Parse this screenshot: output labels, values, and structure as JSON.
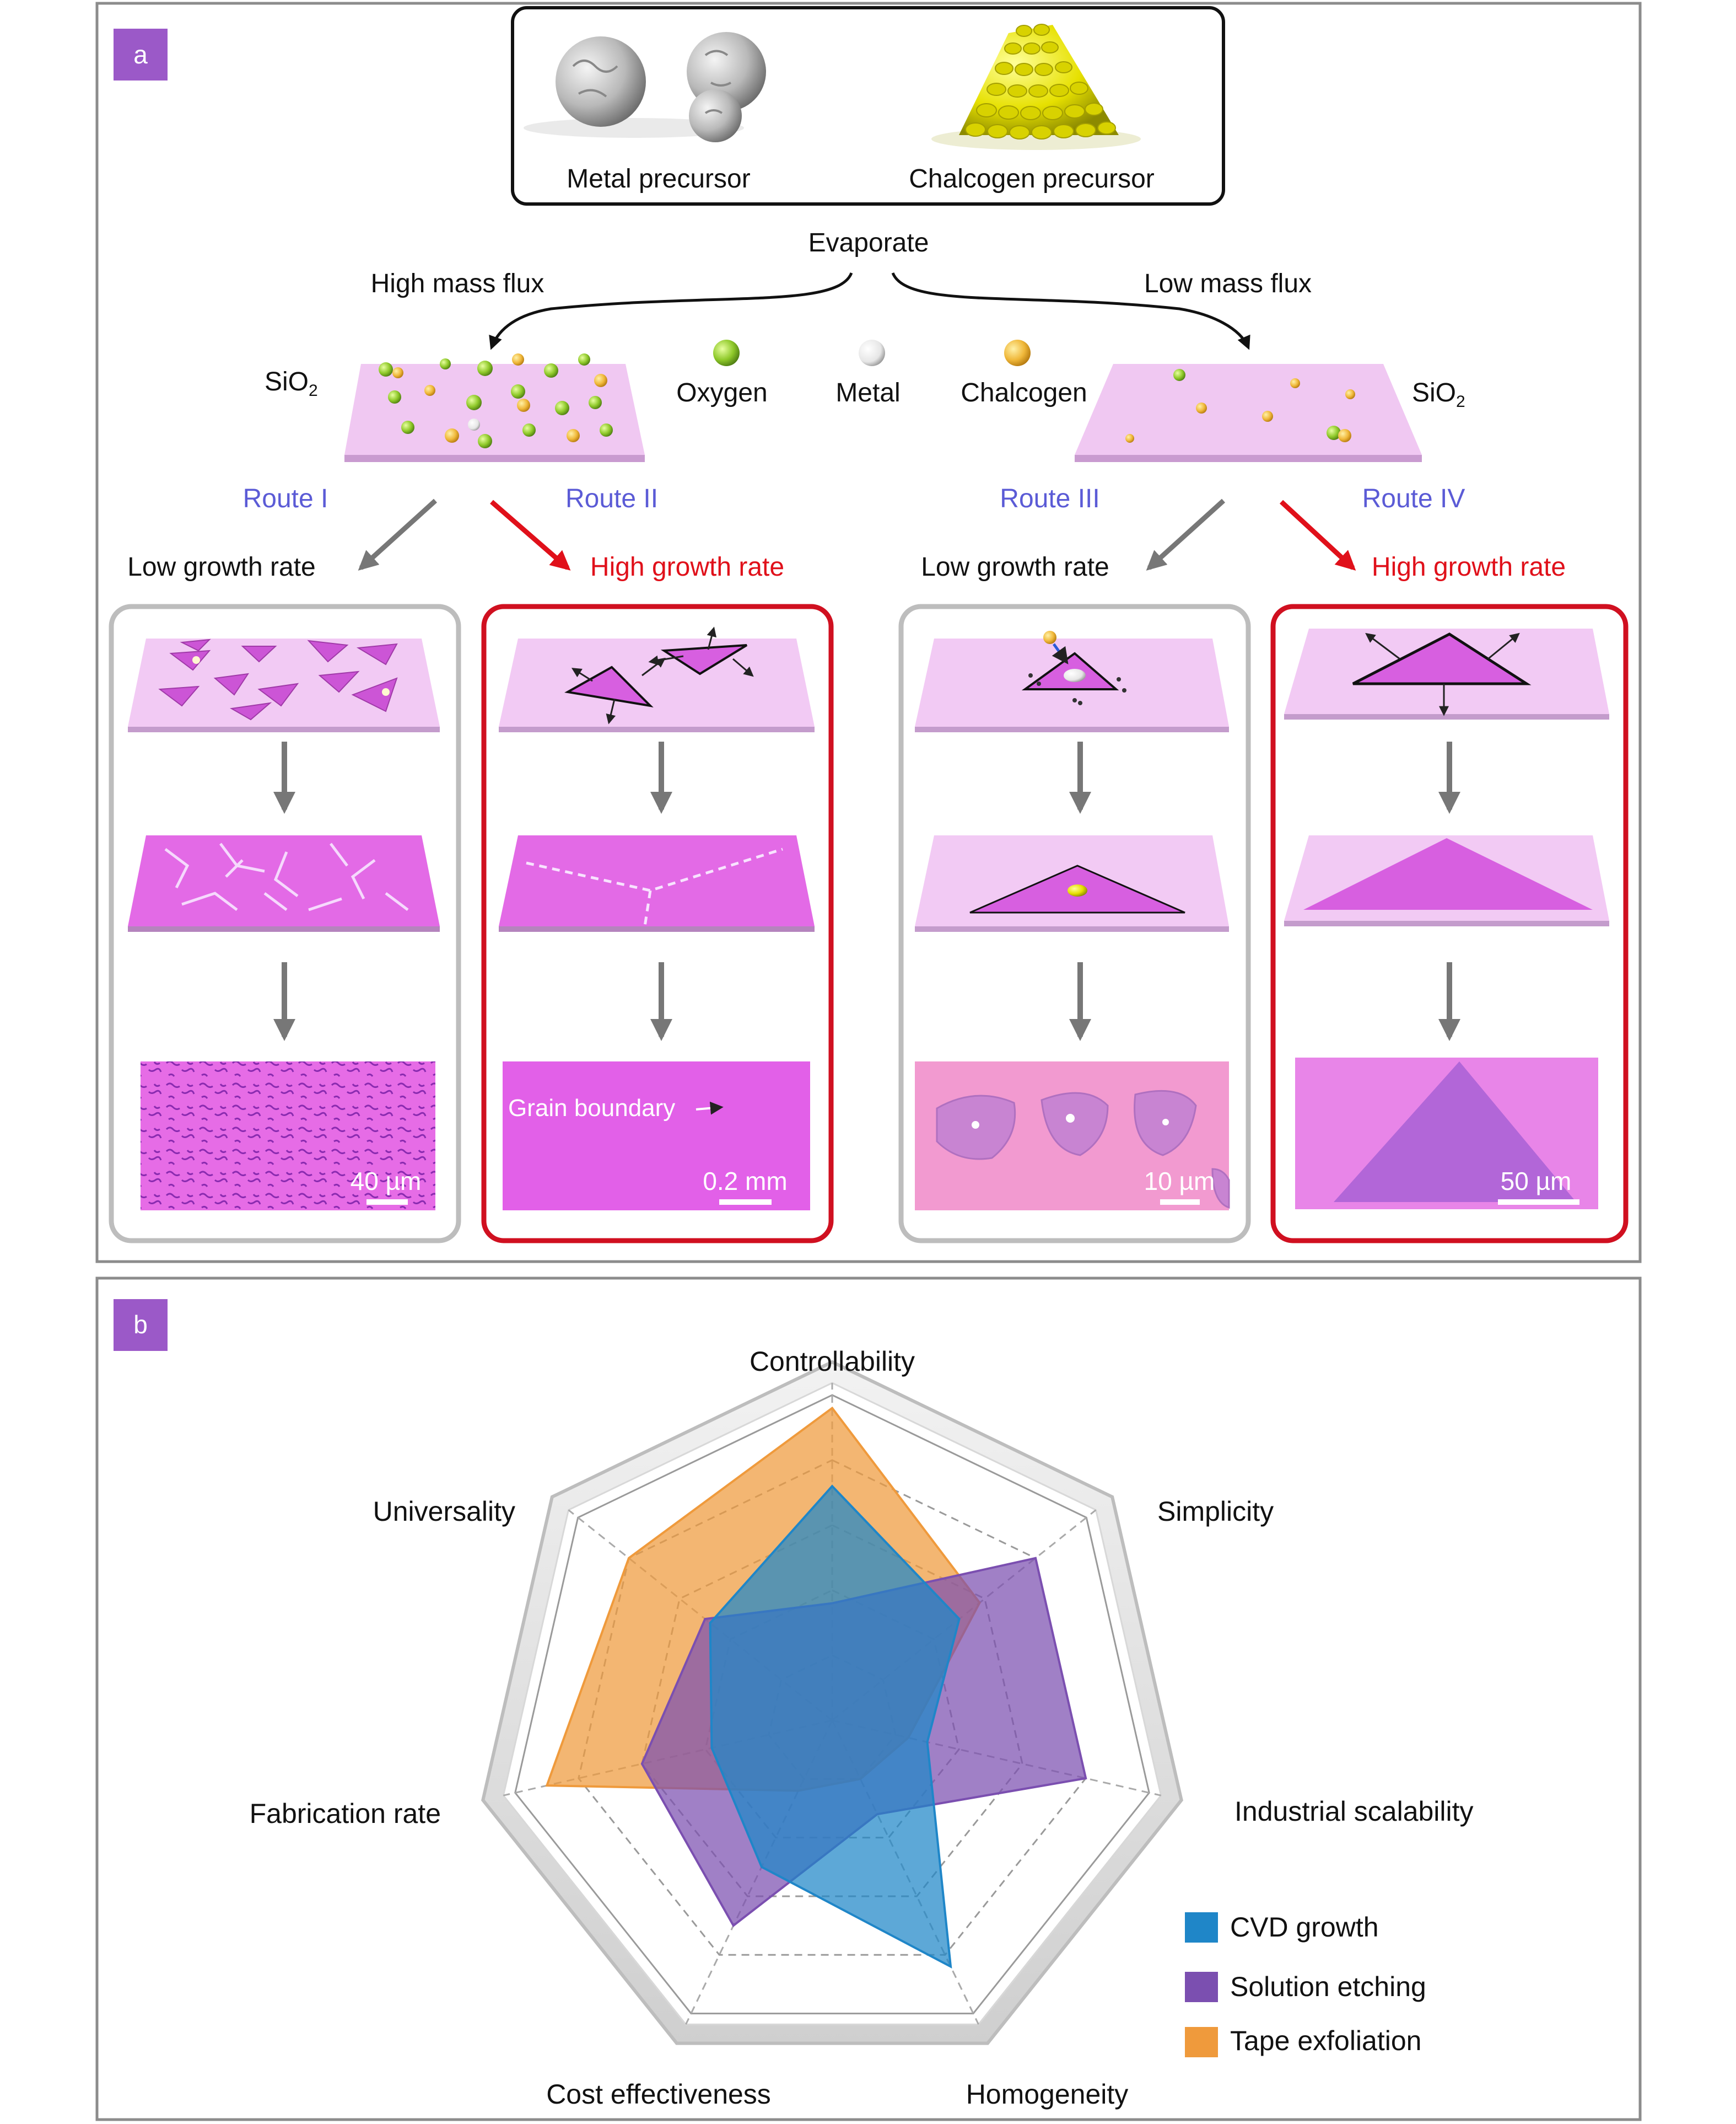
{
  "panel_a": {
    "label": "a",
    "precursors": {
      "metal": "Metal precursor",
      "chalcogen": "Chalcogen precursor"
    },
    "evaporate": "Evaporate",
    "high_flux": "High mass flux",
    "low_flux": "Low mass flux",
    "substrate": "SiO",
    "substrate_sub": "2",
    "legend": {
      "oxygen": "Oxygen",
      "metal": "Metal",
      "chalcogen": "Chalcogen"
    },
    "routes": [
      "Route I",
      "Route II",
      "Route III",
      "Route IV"
    ],
    "growth": {
      "low": "Low growth rate",
      "high": "High growth rate"
    },
    "grain_boundary": "Grain boundary",
    "scale_bars": [
      "40 µm",
      "0.2 mm",
      "10 µm",
      "50 µm"
    ],
    "colors": {
      "route": "#5b5bd6",
      "high": "#e0101a",
      "film": "#e070f0",
      "low_box": "#bdbdbd",
      "high_box": "#d01020"
    }
  },
  "panel_b": {
    "label": "b",
    "legend": [
      "CVD growth",
      "Solution etching",
      "Tape exfoliation"
    ],
    "colors": {
      "cvd": "#1f86c8",
      "etch": "#7b4fb0",
      "tape": "#ef9a3c"
    }
  },
  "chart_data": {
    "type": "radar",
    "axes": [
      "Controllability",
      "Simplicity",
      "Industrial scalability",
      "Homogeneity",
      "Cost effectiveness",
      "Fabrication rate",
      "Universality"
    ],
    "rmax": 5,
    "series": [
      {
        "name": "CVD growth",
        "values": [
          3.6,
          2.5,
          1.5,
          4.2,
          2.5,
          1.9,
          2.4
        ]
      },
      {
        "name": "Solution etching",
        "values": [
          1.8,
          4.0,
          4.0,
          1.6,
          3.5,
          3.0,
          2.5
        ]
      },
      {
        "name": "Tape exfoliation",
        "values": [
          4.8,
          2.9,
          1.2,
          1.0,
          1.2,
          4.5,
          4.0
        ]
      }
    ]
  }
}
